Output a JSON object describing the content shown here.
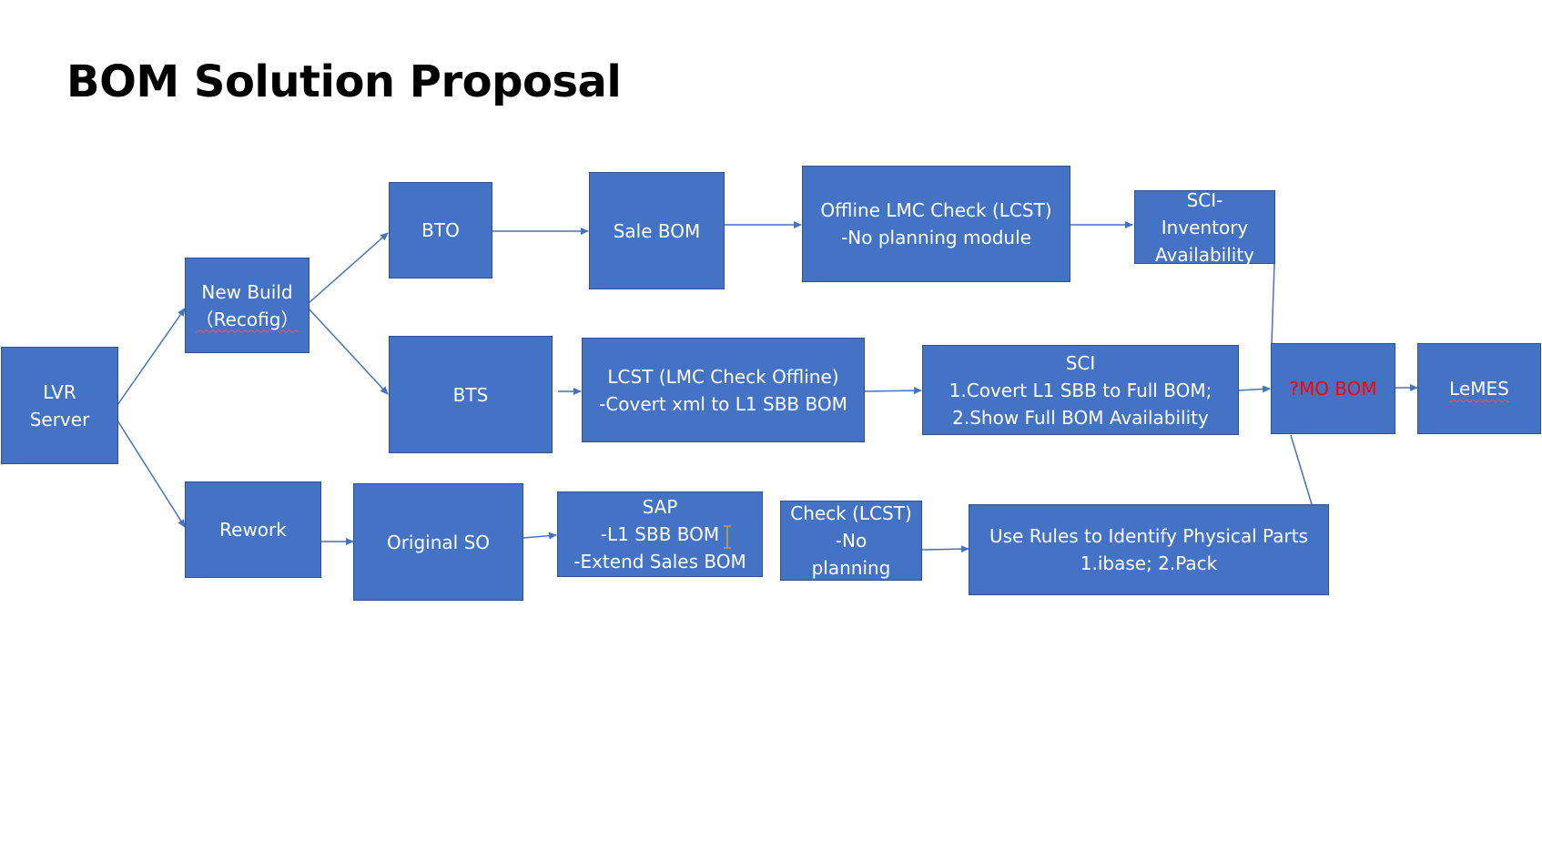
{
  "slide": {
    "title": "BOM Solution Proposal"
  },
  "colors": {
    "box_fill": "#4472c4",
    "box_border": "#2f528f",
    "box_text": "#ffffff",
    "highlight_text": "#ff0000",
    "connector": "#4472c4"
  },
  "boxes": {
    "lvr_server": {
      "line1": "LVR",
      "line2": "Server"
    },
    "new_build": {
      "line1": "New Build",
      "line2": "（Recofig）"
    },
    "rework": {
      "line1": "Rework"
    },
    "bto": {
      "line1": "BTO"
    },
    "bts": {
      "line1": "BTS"
    },
    "original_so": {
      "line1": "Original SO"
    },
    "sale_bom": {
      "line1": "Sale BOM"
    },
    "lcst": {
      "line1": "LCST (LMC Check Offline)",
      "line2": "-Covert xml to L1 SBB BOM"
    },
    "sap": {
      "line1": "SAP",
      "line2": "-L1 SBB BOM",
      "line3": "-Extend Sales BOM"
    },
    "check_lcst": {
      "line1": "Check (LCST)",
      "line2": "-No",
      "line3": "planning"
    },
    "offline_lmc": {
      "line1": "Offline LMC Check (LCST)",
      "line2": "-No planning module"
    },
    "sci_full": {
      "line1": "SCI",
      "line2": "1.Covert L1 SBB to Full BOM;",
      "line3": "2.Show Full BOM Availability"
    },
    "use_rules": {
      "line1": "Use Rules to Identify Physical Parts",
      "line2": "1.ibase; 2.Pack"
    },
    "sci_inventory": {
      "line1": "SCI-",
      "line2": "Inventory",
      "line3": "Availability"
    },
    "mo_bom": {
      "line1": "?MO BOM"
    },
    "lemes": {
      "line1": "LeMES"
    }
  },
  "icons": {
    "text_cursor": "i-beam-cursor-icon"
  }
}
